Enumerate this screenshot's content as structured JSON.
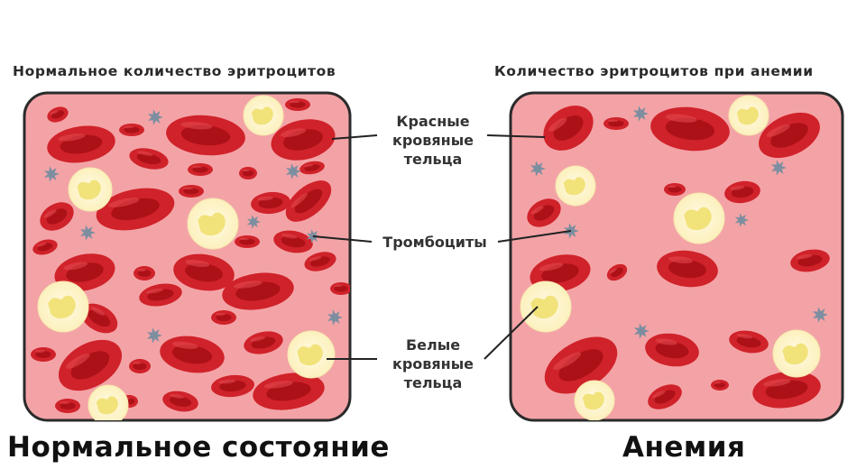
{
  "titles": {
    "left": "Нормальное количество эритроцитов",
    "right": "Количество эритроцитов при анемии"
  },
  "labels": {
    "red_cells": "Красные\nкровяные\nтельца",
    "platelets": "Тромбоциты",
    "white_cells": "Белые\nкровяные\nтельца"
  },
  "captions": {
    "left": "Нормальное состояние",
    "right": "Анемия"
  },
  "colors": {
    "panel_fill": "#f3a3a6",
    "panel_border": "#2b2b2b",
    "red_cell": "#c2141c",
    "red_cell_center": "#a20d14",
    "white_cell_outer": "#fff3c9",
    "white_cell_inner": "#f1e37a",
    "platelet": "#7f8fa0"
  }
}
